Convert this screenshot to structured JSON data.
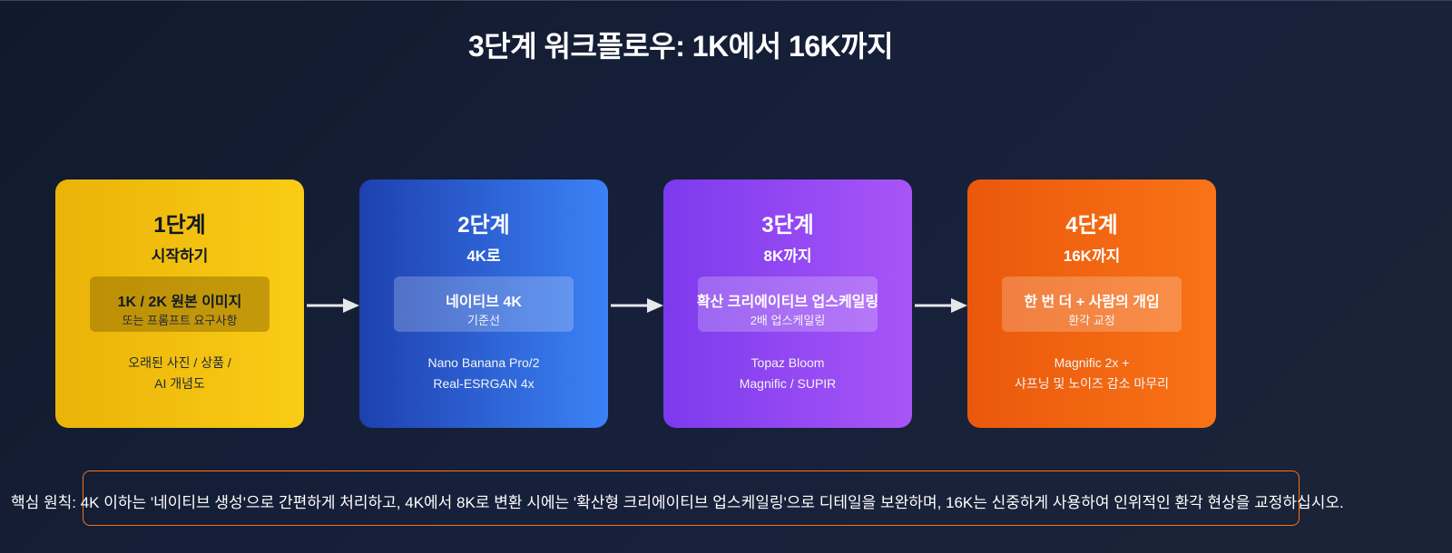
{
  "title": "3단계 워크플로우: 1K에서 16K까지",
  "accent_colors": {
    "step1": "#facc15",
    "step2": "#3b82f6",
    "step3": "#a855f7",
    "step4": "#f97316",
    "frame": "#f97316",
    "background": "#111a2c"
  },
  "arrow_icon": "arrow-right-icon",
  "steps": [
    {
      "step": "1단계",
      "subtitle": "시작하기",
      "box_main": "1K / 2K 원본 이미지",
      "box_sub": "또는 프롬프트 요구사항",
      "desc": [
        "오래된 사진 / 상품 /",
        "AI 개념도"
      ]
    },
    {
      "step": "2단계",
      "subtitle": "4K로",
      "box_main": "네이티브 4K",
      "box_sub": "기준선",
      "desc": [
        "Nano Banana Pro/2",
        "Real-ESRGAN 4x"
      ]
    },
    {
      "step": "3단계",
      "subtitle": "8K까지",
      "box_main": "확산 크리에이티브 업스케일링",
      "box_sub": "2배 업스케일링",
      "desc": [
        "Topaz Bloom",
        "Magnific / SUPIR"
      ]
    },
    {
      "step": "4단계",
      "subtitle": "16K까지",
      "box_main": "한 번 더 + 사람의 개입",
      "box_sub": "환각 교정",
      "desc": [
        "Magnific 2x +",
        "샤프닝 및 노이즈 감소 마무리"
      ]
    }
  ],
  "principle": "핵심 원칙: 4K 이하는 '네이티브 생성'으로 간편하게 처리하고, 4K에서 8K로 변환 시에는 '확산형 크리에이티브 업스케일링'으로 디테일을 보완하며, 16K는 신중하게 사용하여 인위적인 환각 현상을 교정하십시오."
}
